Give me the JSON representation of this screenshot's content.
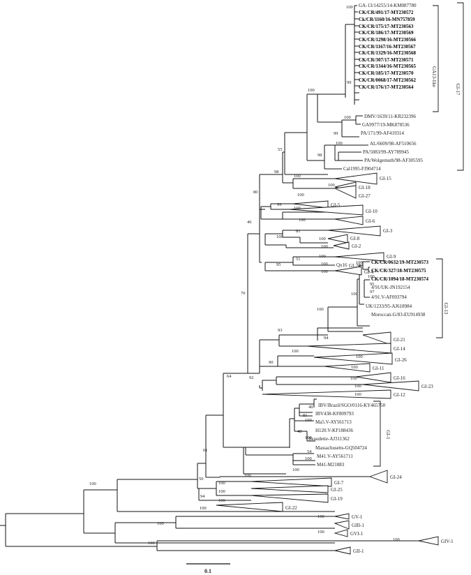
{
  "leaves": {
    "ga13_14255": "GA-13/14255/14-KM087780",
    "cr491": "CK/CR/491/17-MT230572",
    "cr1160": "Ck/CR/1160/16-MN757859",
    "cr175": "CK/CR/175/17-MT230563",
    "cr186": "CK/CR/186/17-MT230569",
    "cr1298": "CK/CR/1298/16-MT230566",
    "cr1167": "CK/CR/1167/16-MT230567",
    "cr1329": "CK/CR/1329/16-MT230568",
    "cr307": "CK/CR/307/17-MT230571",
    "cr1344": "CK/CR/1344/16-MT230565",
    "cr185": "CK/CR/185/17-MT230570",
    "cr0068": "CK/CR/0068/17-MT230562",
    "cr176": "CK/CR/176/17-MT230564",
    "dmv": "DMV/1639/11-KR232396",
    "ga9977": "GA9977/19-MK878536",
    "pa171": "PA/171/99-AF419314",
    "al6609": "AL/6609/98-AF510656",
    "pa5083": "PA/5083/99-AY789945",
    "pawol": "PA/Wolgemuth/98-AF305595",
    "cal1995": "Cal1995-FJ904714",
    "qx16": "Qx16",
    "cr0632": "CK/CR/0632/19-MT230573",
    "cr327": "CK/CR/327/18-MT230575",
    "cr1094": "CK/CR/1094/18-MT230574",
    "uk491": "4/91/UK-JN192154",
    "v491": "4/91.V-AF093794",
    "uk1233": "UK/1233/95-AJ618984",
    "moroccan": "Moroccan-G/83-EU914938",
    "ibvbrazil": "IBV/Brazil/SGO/0116-KY465750",
    "ibv438": "IBV438-KF809793",
    "ma5": "Ma5.V-AY561713",
    "h120": "H120.V-KF188436",
    "beaudette": "Beaudette-AJ311362",
    "mass": "Massachusetts-GQ504724",
    "m41v": "M41.V-AY561711",
    "m41": "M41-M21883"
  },
  "groups": {
    "gi15": "GI-15",
    "gi18": "GI-18",
    "gi27": "GI-27",
    "gi5": "GI-5",
    "gi10": "GI-10",
    "gi6": "GI-6",
    "gi3": "GI-3",
    "gi8": "GI-8",
    "gi2": "GI-2",
    "gi9": "GI-9",
    "gi20": "GI-20",
    "gi4": "GI-4",
    "gi21": "GI-21",
    "gi14": "GI-14",
    "gi26": "GI-26",
    "gi11": "GI-11",
    "gi16": "GI-16",
    "gi23": "GI-23",
    "gi12": "GI-12",
    "gi24": "GI-24",
    "gi7": "GI-7",
    "gi25": "GI-25",
    "gi19": "GI-19",
    "gi22": "GI-22",
    "gv1": "GV-1",
    "giii1": "GIII-1",
    "gvi1": "GVI-1",
    "giv1": "GIV-1",
    "gii1": "GII-1"
  },
  "brackets": {
    "ga13like": "GA13-like",
    "gi17": "GI-17",
    "gi13": "GI-13",
    "gi1": "GI-1"
  },
  "bootstrap": {
    "b_ga13": "100",
    "b_ga13b": "99",
    "b_gi17": "100",
    "b_dmv": "100",
    "b_pa": "99",
    "b_pa2": "100",
    "b_98": "98",
    "b_55": "55",
    "b_98b": "98",
    "b_gi15": "100",
    "b_gi18": "100",
    "b_gi27": "100",
    "b_80": "80",
    "b_46": "46",
    "b_gi5": "99",
    "b_gi10": "100",
    "b_gi6": "100",
    "b_gi3": "81",
    "b_gi3b": "100",
    "b_gi8": "100",
    "b_gi2": "100",
    "b_51": "51",
    "b_gi9": "100",
    "b_gi20": "100",
    "b_95": "95",
    "b_gi4": "100",
    "b_70": "70",
    "b_gi13a": "100",
    "b_gi13b": "100",
    "b_gi13c": "95",
    "b_gi13d": "97",
    "b_gi13e": "100",
    "b_gi13f": "100",
    "b_93": "93",
    "b_94": "94",
    "b_gi14": "100",
    "b_92": "92",
    "b_90": "90",
    "b_gi26": "100",
    "b_gi11": "100",
    "b_gi16": "100",
    "b_gi23": "100",
    "b_gi12": "100",
    "b_64": "64",
    "b_40": "40",
    "b_81": "81",
    "b_100ma5": "100",
    "b_48": "48",
    "b_100h": "100",
    "b_54": "54",
    "b_100m41": "100",
    "b_gi1": "100",
    "b_gi24": "100",
    "b_61": "61",
    "b_50": "50",
    "b_gi7": "100",
    "b_gi25": "100",
    "b_94b": "94",
    "b_gi19": "100",
    "b_gi22": "100",
    "b_root100": "100",
    "b_gv1": "100",
    "b_giii1": "100",
    "b_gvi1": "100",
    "b_giv1": "100",
    "b_gii1": "100"
  },
  "scale_label": "0.1"
}
